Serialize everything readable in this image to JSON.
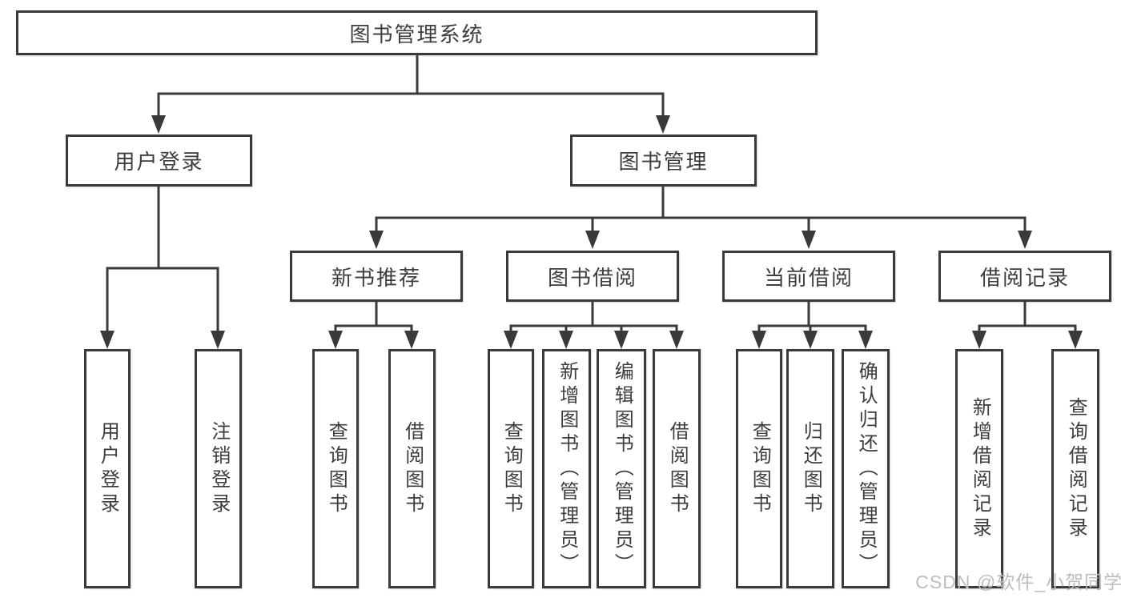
{
  "tree": {
    "label": "图书管理系统",
    "children": [
      {
        "label": "用户登录",
        "children": [
          {
            "label": "用户登录"
          },
          {
            "label": "注销登录"
          }
        ]
      },
      {
        "label": "图书管理",
        "children": [
          {
            "label": "新书推荐",
            "children": [
              {
                "label": "查询图书"
              },
              {
                "label": "借阅图书"
              }
            ]
          },
          {
            "label": "图书借阅",
            "children": [
              {
                "label": "查询图书"
              },
              {
                "label": "新增图书（管理员）"
              },
              {
                "label": "编辑图书（管理员）"
              },
              {
                "label": "借阅图书"
              }
            ]
          },
          {
            "label": "当前借阅",
            "children": [
              {
                "label": "查询图书"
              },
              {
                "label": "归还图书"
              },
              {
                "label": "确认归还（管理员）"
              }
            ]
          },
          {
            "label": "借阅记录",
            "children": [
              {
                "label": "新增借阅记录"
              },
              {
                "label": "查询借阅记录"
              }
            ]
          }
        ]
      }
    ]
  },
  "watermark": {
    "text": "CSDN @软件_小贺同学"
  },
  "colors": {
    "line": "#3a3a3a",
    "text": "#3d3d3d",
    "watermark": "#bdbdbd",
    "background": "#ffffff"
  }
}
